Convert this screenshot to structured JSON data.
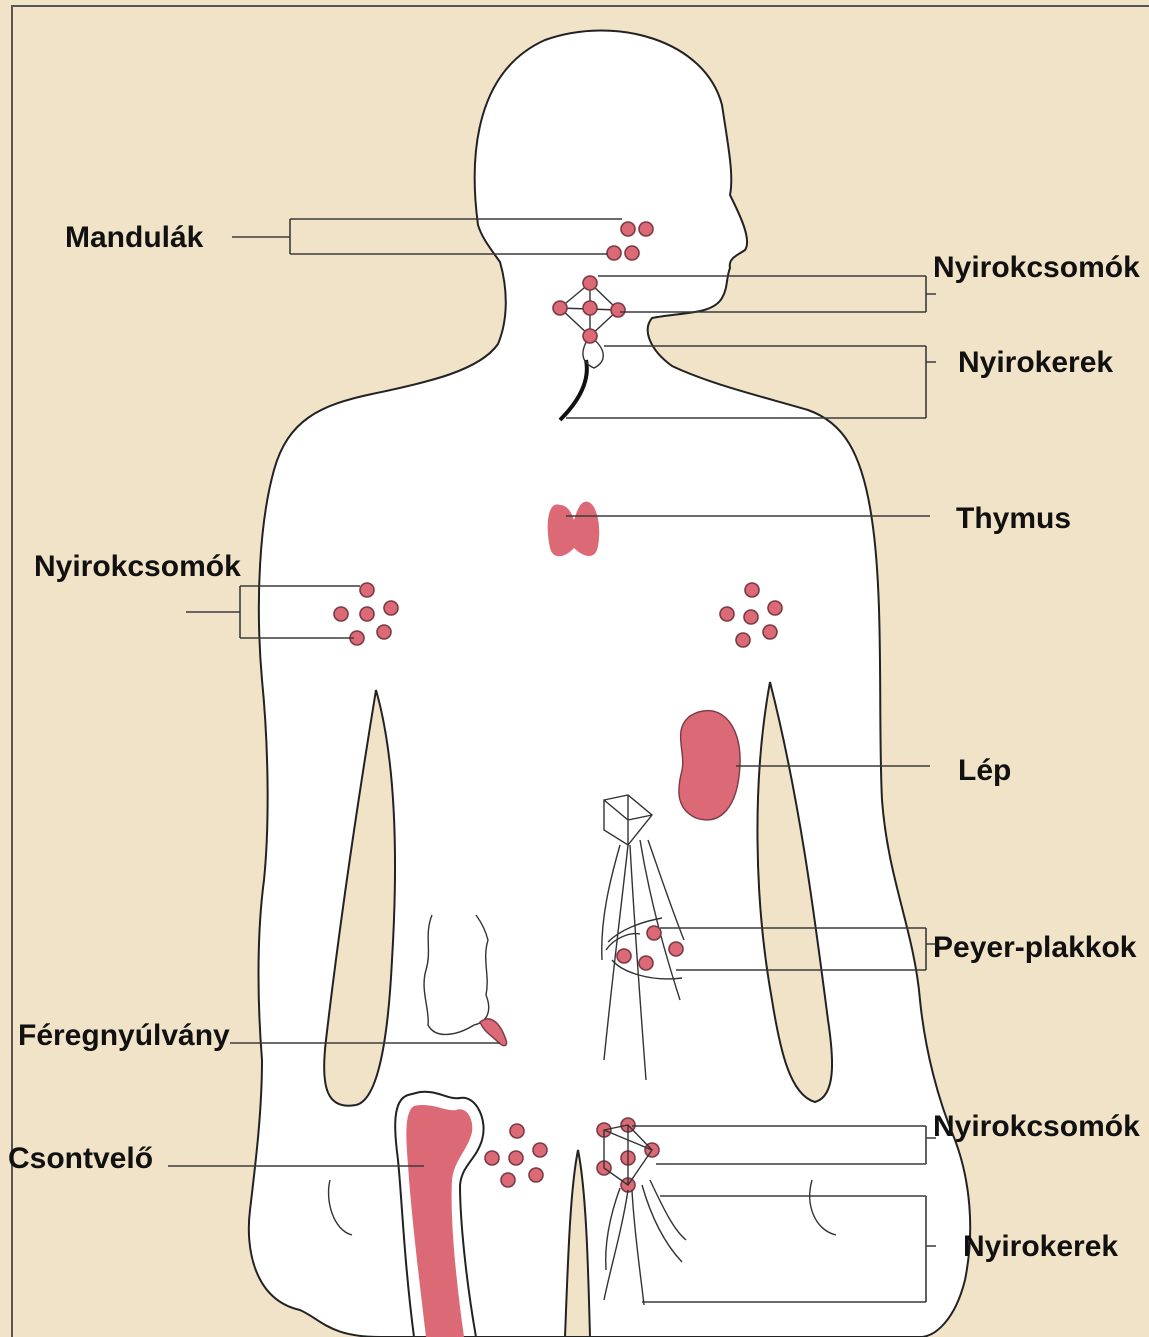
{
  "colors": {
    "background": "#f1e3c8",
    "body": "#ffffff",
    "tissue": "#db6a76",
    "outline": "#222222"
  },
  "labels": {
    "tonsils": "Mandulák",
    "neck_nodes": "Nyirokcsomók",
    "neck_vessels": "Nyirokerek",
    "thymus": "Thymus",
    "axillary_nodes": "Nyirokcsomók",
    "spleen": "Lép",
    "peyer": "Peyer-plakkok",
    "appendix": "Féregnyúlvány",
    "groin_nodes": "Nyirokcsomók",
    "marrow": "Csontvelő",
    "groin_vessels": "Nyirokerek"
  }
}
